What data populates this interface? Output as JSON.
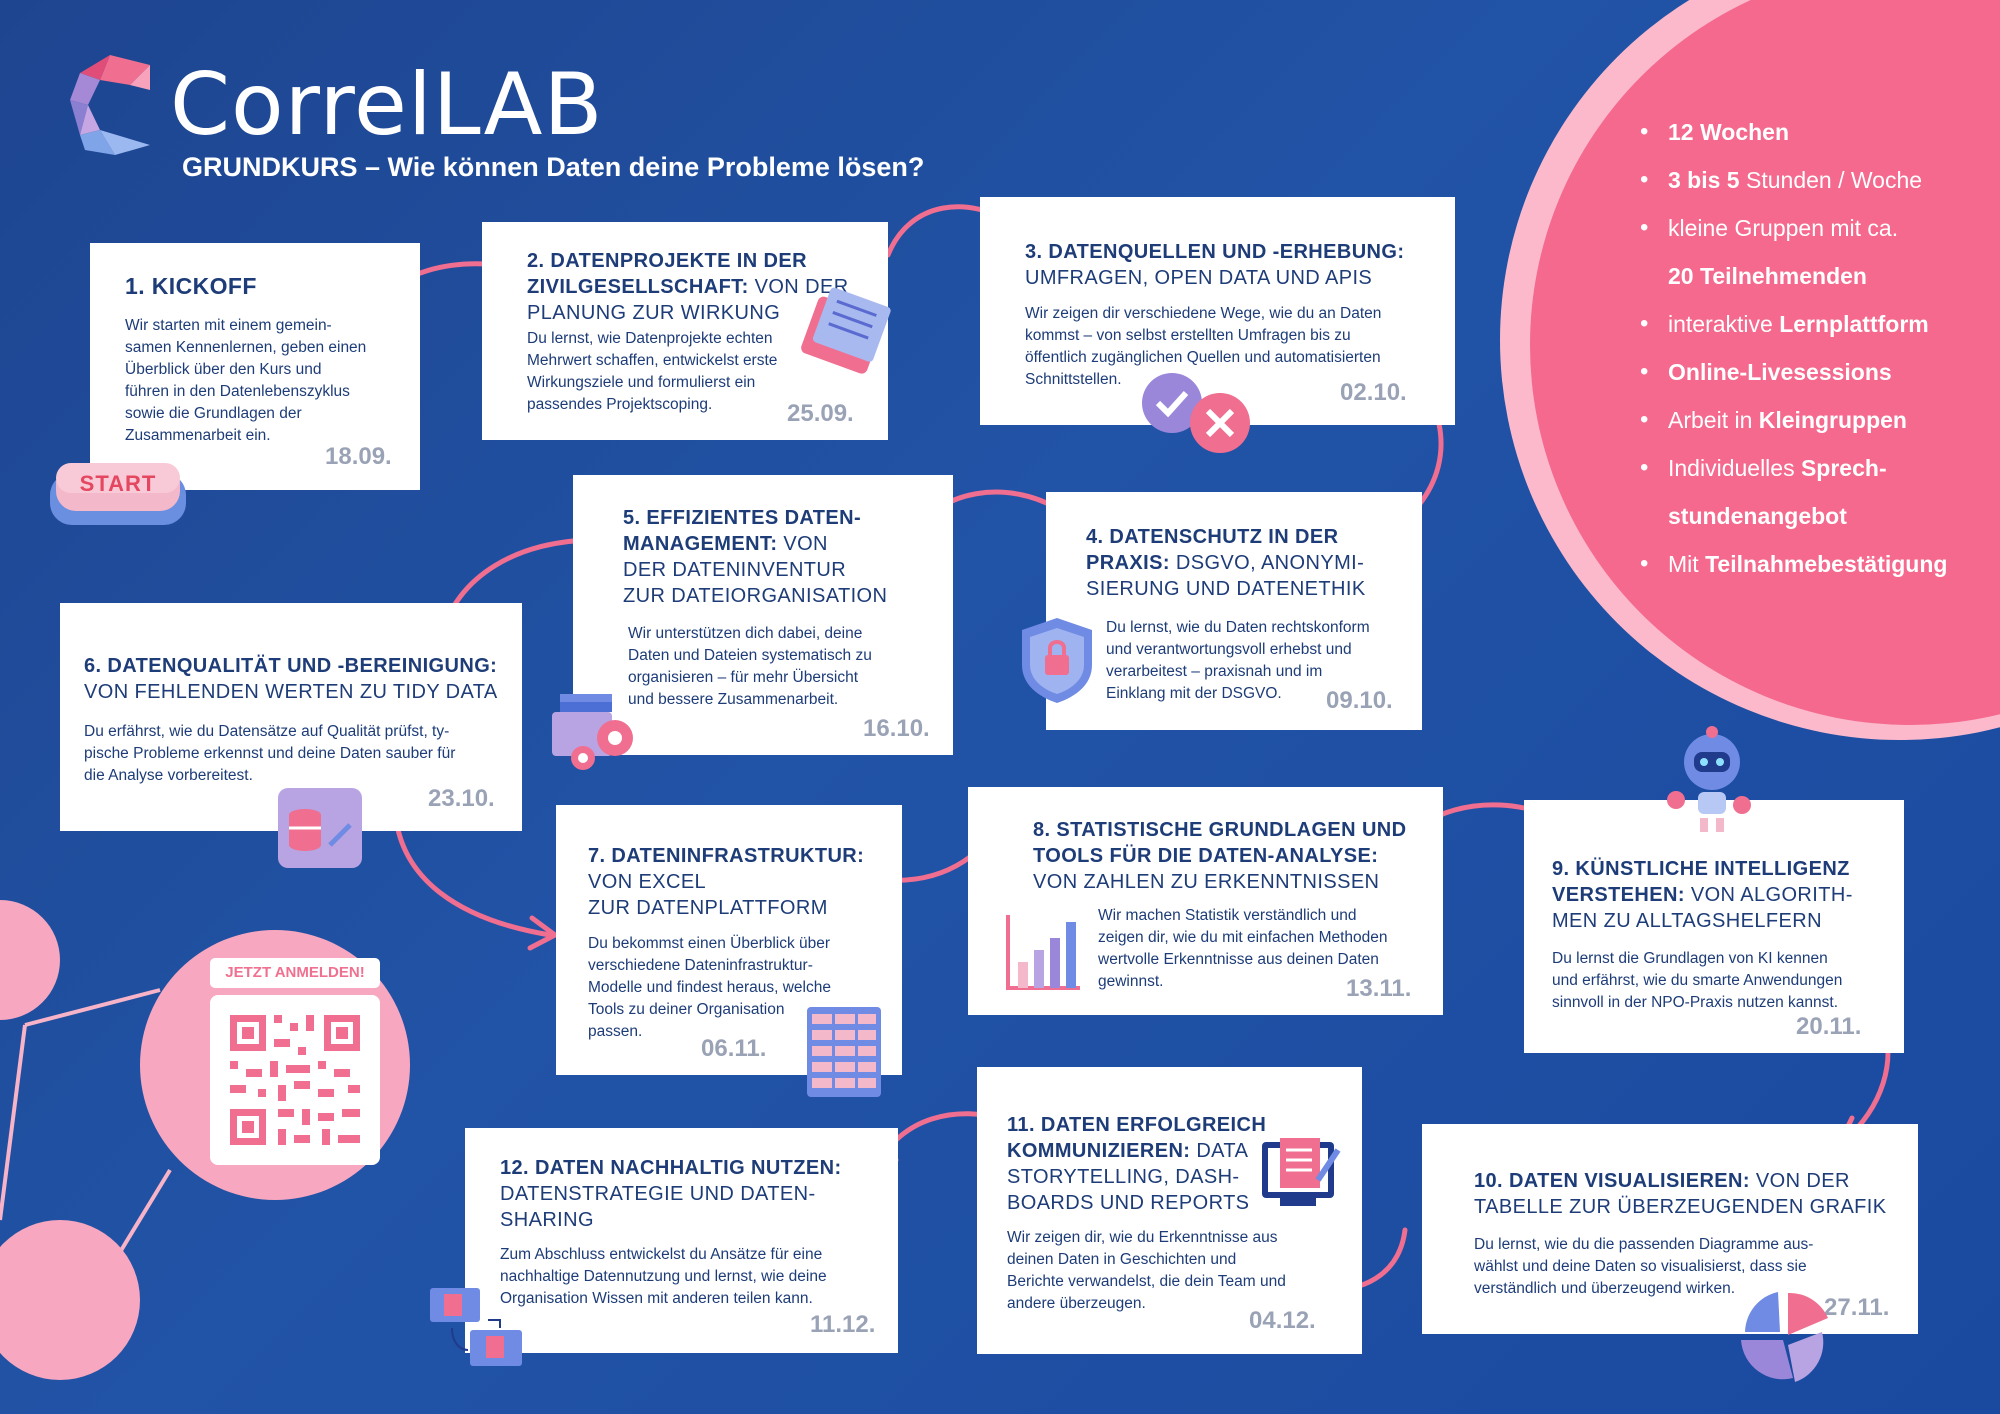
{
  "brand": {
    "logo_text": "CorrelLAB",
    "subtitle": "GRUNDKURS – Wie können Daten deine Probleme lösen?"
  },
  "colors": {
    "background": "#1e4590",
    "accent_pink": "#f06e8f",
    "card_text": "#1d3c78",
    "date_gray": "#9aa3b6",
    "circle_pink": "#f2678b"
  },
  "start_button": {
    "label": "START"
  },
  "signup": {
    "label": "JETZT ANMELDEN!",
    "icon": "qr-code-icon"
  },
  "info": {
    "items": [
      {
        "bold": "12 Wochen",
        "text": ""
      },
      {
        "bold": "3 bis 5",
        "text": " Stunden / Woche"
      },
      {
        "bold": "",
        "text": "kleine Gruppen mit ca."
      },
      {
        "bold": "20 Teilnehmenden",
        "text": "",
        "continued": true
      },
      {
        "pre": "interaktive ",
        "bold": "Lernplattform",
        "text": ""
      },
      {
        "bold": "Online-Livesessions",
        "text": ""
      },
      {
        "pre": "Arbeit in ",
        "bold": "Kleingruppen",
        "text": ""
      },
      {
        "pre": "Individuelles ",
        "bold": "Sprech-",
        "text": ""
      },
      {
        "bold": "stundenangebot",
        "text": "",
        "continued": true
      },
      {
        "pre": "Mit ",
        "bold": "Teilnahmebestätigung",
        "text": ""
      }
    ]
  },
  "modules": [
    {
      "num": "1",
      "title_bold": "1. KICKOFF",
      "title_rest": "",
      "body": "Wir starten mit einem gemein-\nsamen Kennenlernen, geben einen\nÜberblick über den Kurs und\nführen in den Datenlebenszyklus\nsowie die Grundlagen der\nZusammenarbeit ein.",
      "date": "18.09.",
      "icon": "start-button-icon"
    },
    {
      "num": "2",
      "title_bold": "2. DATENPROJEKTE IN DER\nZIVILGESELLSCHAFT:",
      "title_rest": " VON DER\nPLANUNG ZUR WIRKUNG",
      "body": "Du lernst, wie Datenprojekte echten\nMehrwert schaffen, entwickelst erste\nWirkungsziele und formulierst ein\npassendes Projektscoping.",
      "date": "25.09.",
      "icon": "documents-icon"
    },
    {
      "num": "3",
      "title_bold": "3. DATENQUELLEN UND -ERHEBUNG:",
      "title_rest": "\nUMFRAGEN, OPEN DATA UND APIS",
      "body": "Wir zeigen dir verschiedene Wege, wie du an Daten\nkommst –  von selbst erstellten Umfragen bis zu\nöffentlich zugänglichen Quellen und automatisierten\nSchnittstellen.",
      "date": "02.10.",
      "icon": "survey-check-icon"
    },
    {
      "num": "4",
      "title_bold": "4. DATENSCHUTZ IN DER\nPRAXIS:",
      "title_rest": " DSGVO, ANONYMI-\nSIERUNG UND DATENETHIK",
      "body": "Du lernst, wie du Daten rechtskonform\nund verantwortungsvoll erhebst und\nverarbeitest – praxisnah und im\nEinklang mit der DSGVO.",
      "date": "09.10.",
      "icon": "shield-lock-icon"
    },
    {
      "num": "5",
      "title_bold": "5. EFFIZIENTES DATEN-\nMANAGEMENT:",
      "title_rest": " VON\nDER DATENINVENTUR\nZUR DATEIORGANISATION",
      "body": "Wir unterstützen dich dabei, deine\nDaten und Dateien systematisch zu\norganisieren – für mehr Übersicht\nund bessere Zusammenarbeit.",
      "date": "16.10.",
      "icon": "folder-gear-icon"
    },
    {
      "num": "6",
      "title_bold": "6. DATENQUALITÄT UND -BEREINIGUNG:",
      "title_rest": "\nVON FEHLENDEN WERTEN ZU TIDY DATA",
      "body": "Du erfährst, wie du Datensätze auf Qualität prüfst, ty-\npische Probleme erkennst und deine Daten sauber für\ndie Analyse vorbereitest.",
      "date": "23.10.",
      "icon": "database-clean-icon"
    },
    {
      "num": "7",
      "title_bold": "7. DATENINFRASTRUKTUR:",
      "title_rest": "\nVON EXCEL\nZUR DATENPLATTFORM",
      "body": "Du bekommst einen Überblick über\nverschiedene Dateninfrastruktur-\nModelle und findest heraus, welche\nTools zu deiner Organisation\npassen.",
      "date": "06.11.",
      "icon": "spreadsheet-icon"
    },
    {
      "num": "8",
      "title_bold": "8. STATISTISCHE GRUNDLAGEN UND\nTOOLS FÜR DIE DATEN-ANALYSE:",
      "title_rest": "\nVON ZAHLEN ZU ERKENNTNISSEN",
      "body": "Wir machen Statistik verständlich und\nzeigen dir, wie du mit einfachen Methoden\nwertvolle Erkenntnisse aus deinen Daten\ngewinnst.",
      "date": "13.11.",
      "icon": "bar-chart-icon"
    },
    {
      "num": "9",
      "title_bold": "9. KÜNSTLICHE INTELLIGENZ\nVERSTEHEN:",
      "title_rest": " VON ALGORITH-\nMEN ZU ALLTAGSHELFERN",
      "body": "Du lernst die Grundlagen von KI kennen\nund erfährst, wie du smarte Anwendungen\nsinnvoll in der NPO-Praxis nutzen kannst.",
      "date": "20.11.",
      "icon": "robot-icon"
    },
    {
      "num": "10",
      "title_bold": "10. DATEN VISUALISIEREN:",
      "title_rest": " VON DER\nTABELLE ZUR ÜBERZEUGENDEN GRAFIK",
      "body": "Du lernst, wie du die passenden Diagramme aus-\nwählst und deine Daten so visualisierst, dass sie\nverständlich und überzeugend wirken.",
      "date": "27.11.",
      "icon": "pie-chart-icon"
    },
    {
      "num": "11",
      "title_bold": "11. DATEN ERFOLGREICH\nKOMMUNIZIEREN:",
      "title_rest": " DATA\nSTORYTELLING, DASH-\nBOARDS UND REPORTS",
      "body": "Wir zeigen dir, wie du Erkenntnisse aus\ndeinen Daten in Geschichten und\nBerichte verwandelst, die dein Team und\nandere überzeugen.",
      "date": "04.12.",
      "icon": "monitor-report-icon"
    },
    {
      "num": "12",
      "title_bold": "12. DATEN NACHHALTIG NUTZEN:",
      "title_rest": "\nDATENSTRATEGIE UND DATEN-\nSHARING",
      "body": "Zum Abschluss entwickelst du Ansätze für eine\nnachhaltige Datennutzung und lernst, wie deine\nOrganisation Wissen mit anderen teilen kann.",
      "date": "11.12.",
      "icon": "file-sharing-icon"
    }
  ]
}
